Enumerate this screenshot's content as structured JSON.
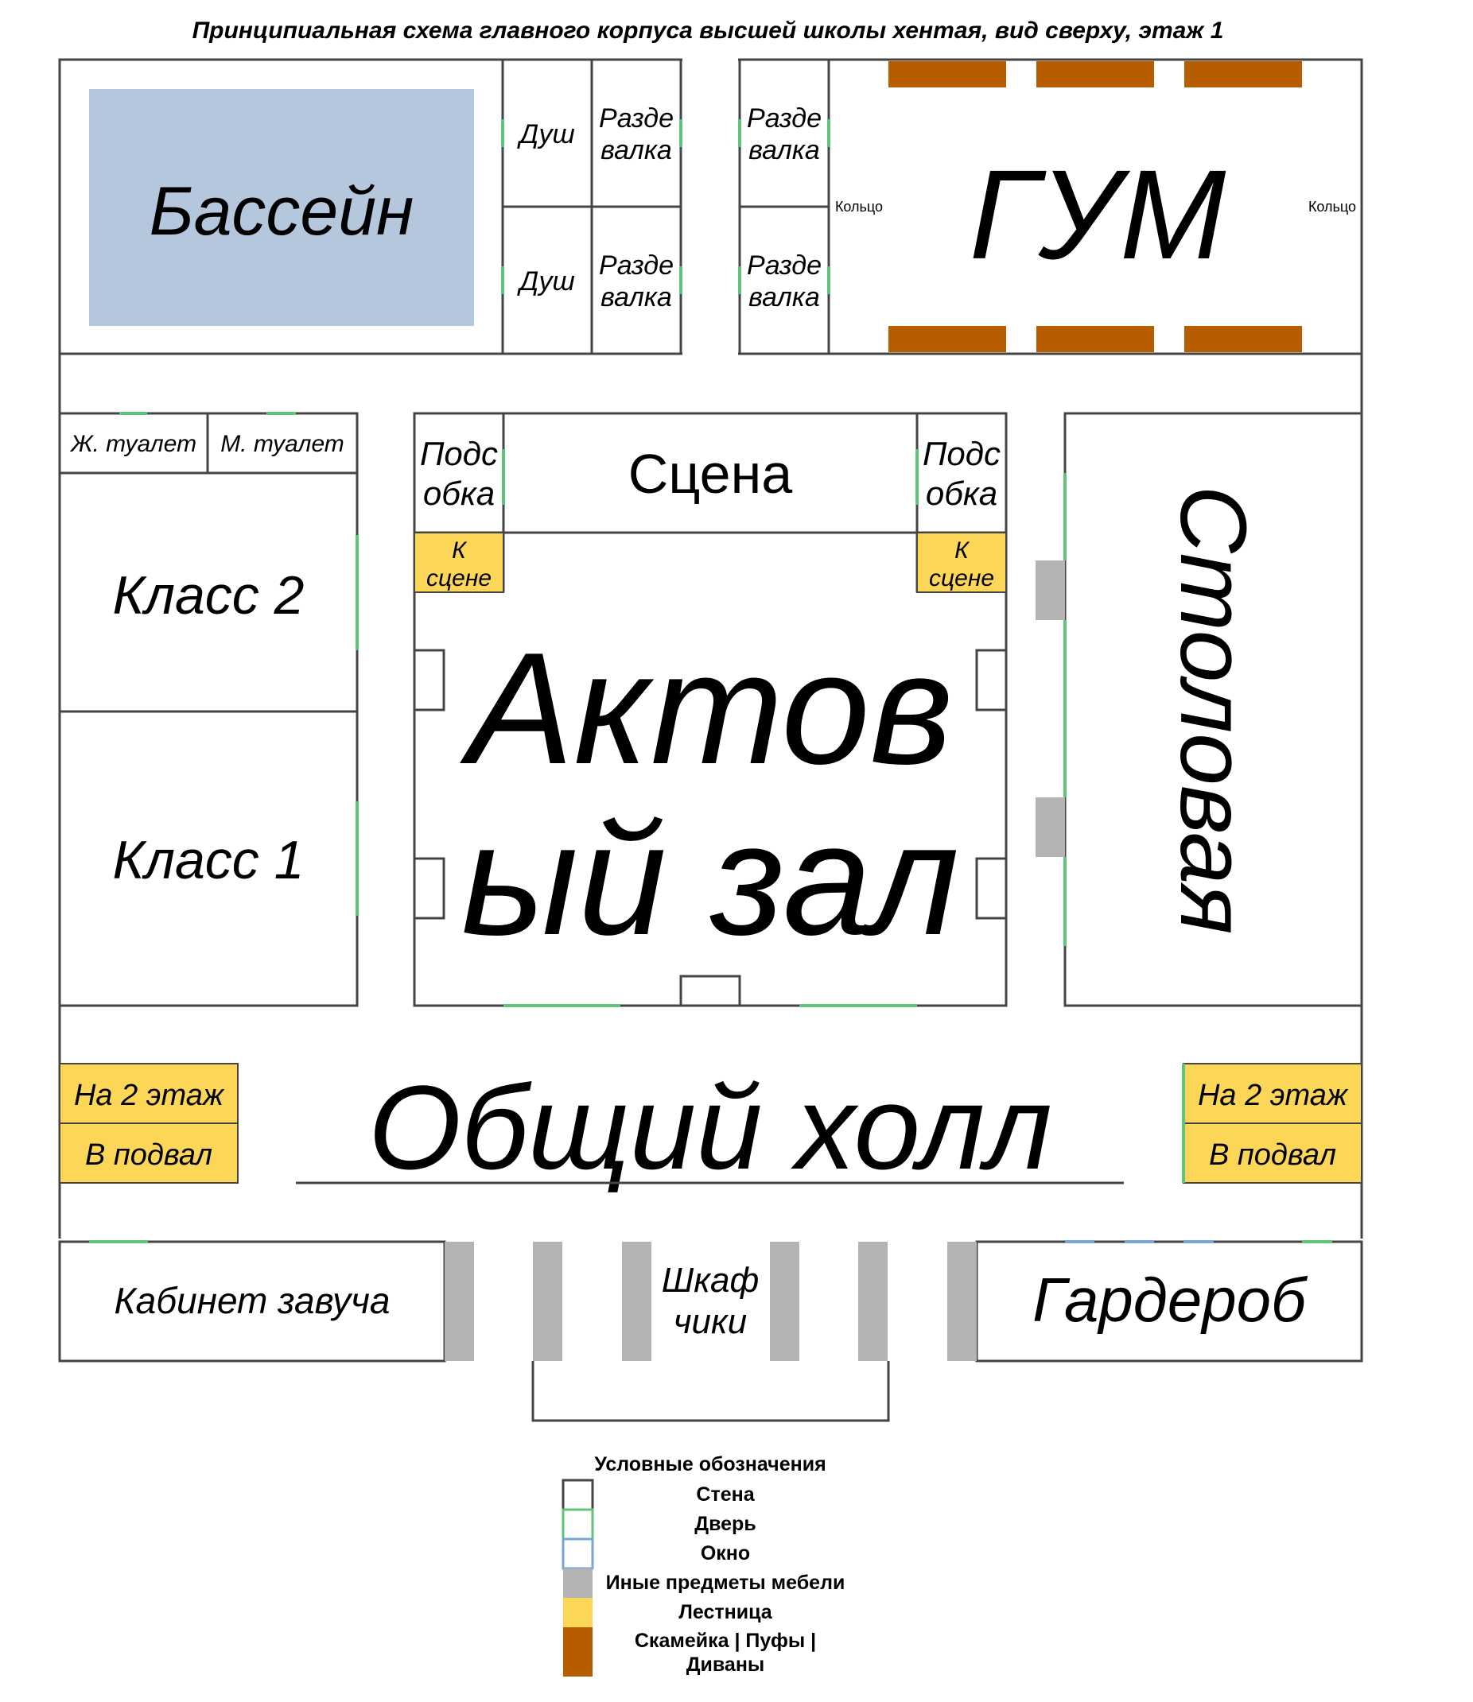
{
  "title": "Принципиальная схема главного корпуса высшей школы хентая, вид сверху, этаж 1",
  "rooms": {
    "pool": "Бассейн",
    "shower_1": "Душ",
    "shower_2": "Душ",
    "locker_1a": "Разде",
    "locker_1b": "валка",
    "locker_2a": "Разде",
    "locker_2b": "валка",
    "locker_3a": "Разде",
    "locker_3b": "валка",
    "locker_4a": "Разде",
    "locker_4b": "валка",
    "gym": "ГУМ",
    "ring_left": "Кольцо",
    "ring_right": "Кольцо",
    "toilet_f": "Ж. туалет",
    "toilet_m": "М. туалет",
    "class_2": "Класс 2",
    "class_1": "Класс 1",
    "backstage_l_a": "Подс",
    "backstage_l_b": "обка",
    "backstage_r_a": "Подс",
    "backstage_r_b": "обка",
    "stage": "Сцена",
    "to_stage_l_a": "К",
    "to_stage_l_b": "сцене",
    "to_stage_r_a": "К",
    "to_stage_r_b": "сцене",
    "hall_a": "Актов",
    "hall_b": "ый зал",
    "canteen": "Столовая",
    "common_hall": "Общий холл",
    "stairs_up_l": "На 2 этаж",
    "stairs_down_l": "В подвал",
    "stairs_up_r": "На 2 этаж",
    "stairs_down_r": "В подвал",
    "head_office": "Кабинет завуча",
    "cloakroom": "Гардероб",
    "lockers_a": "Шкаф",
    "lockers_b": "чики"
  },
  "legend": {
    "title": "Условные обозначения",
    "items": [
      {
        "label": "Стена",
        "color": "#444444"
      },
      {
        "label": "Дверь",
        "color": "#5ec57a"
      },
      {
        "label": "Окно",
        "color": "#7aa6d6"
      },
      {
        "label": "Иные предметы мебели",
        "color": "#b3b3b3"
      },
      {
        "label": "Лестница",
        "color": "#fcd757"
      },
      {
        "label_a": "Скамейка | Пуфы |",
        "label_b": "Диваны",
        "color": "#b85c00"
      }
    ]
  }
}
